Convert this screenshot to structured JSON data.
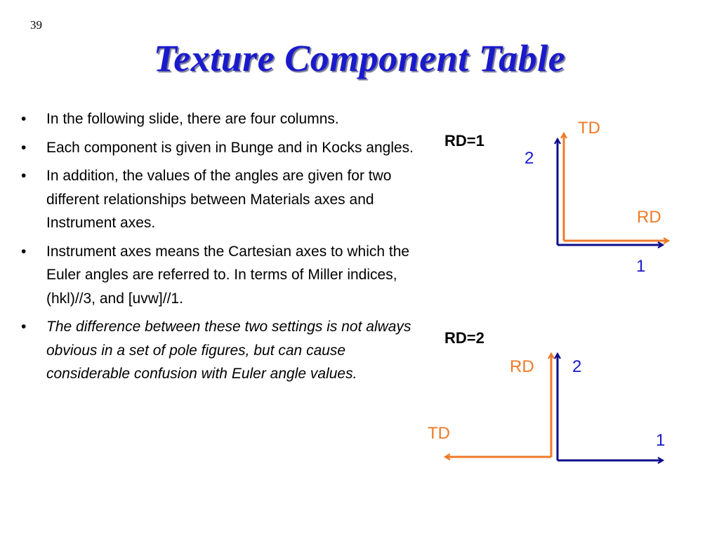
{
  "slide_number": "39",
  "title": "Texture Component Table",
  "bullets": [
    {
      "text": "In the following slide, there are four columns.",
      "italic": false
    },
    {
      "text": "Each component is given in Bunge and in Kocks angles.",
      "italic": false
    },
    {
      "text": "In addition, the values of the angles are given for two different relationships between Materials axes and Instrument axes.",
      "italic": false
    },
    {
      "text": "Instrument axes means the Cartesian axes to which the Euler angles are referred to.  In terms of Miller indices, (hkl)//3, and [uvw]//1.",
      "italic": false
    },
    {
      "text": "The difference between these two settings is not always obvious in a set of pole figures, but can cause considerable confusion with Euler angle values.",
      "italic": true
    }
  ],
  "bullet_glyph": "•",
  "diagrams": {
    "rd1": {
      "heading": "RD=1",
      "label_td": "TD",
      "label_rd": "RD",
      "label_2": "2",
      "label_1": "1"
    },
    "rd2": {
      "heading": "RD=2",
      "label_rd": "RD",
      "label_2": "2",
      "label_td": "TD",
      "label_1": "1"
    }
  },
  "colors": {
    "title": "#1a1acc",
    "instrument_axes": "#0d0d8c",
    "material_axes": "#f07a28"
  }
}
